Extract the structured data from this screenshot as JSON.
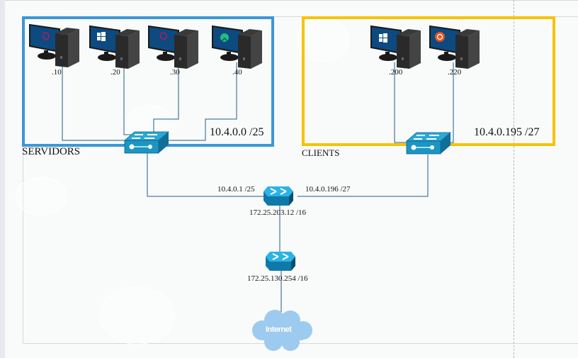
{
  "colors": {
    "servers_group": "#3a98d6",
    "clients_group": "#f5c400",
    "link": "#1f5f8b",
    "device_blue": "#1ba1cf",
    "monitor_blue": "#0c4a80",
    "cloud": "#9dcbef"
  },
  "groups": {
    "servers": {
      "label": "SERVIDORS",
      "network": "10.4.0.0 /25",
      "hosts": [
        {
          "label": ".10",
          "os_icon": "debian-icon"
        },
        {
          "label": ".20",
          "os_icon": "windows-icon"
        },
        {
          "label": ".30",
          "os_icon": "debian-icon"
        },
        {
          "label": ".40",
          "os_icon": "linux-mint-icon"
        }
      ]
    },
    "clients": {
      "label": "CLIENTS",
      "network": "10.4.0.195 /27",
      "hosts": [
        {
          "label": ".200",
          "os_icon": "windows-icon"
        },
        {
          "label": ".220",
          "os_icon": "ubuntu-icon"
        }
      ]
    }
  },
  "router_core": {
    "left_ip": "10.4.0.1 /25",
    "right_ip": "10.4.0.196 /27",
    "bottom_ip": "172.25.203.12 /16"
  },
  "router_gateway": {
    "ip": "172.25.130.254 /16"
  },
  "internet": {
    "label": "Internet"
  }
}
